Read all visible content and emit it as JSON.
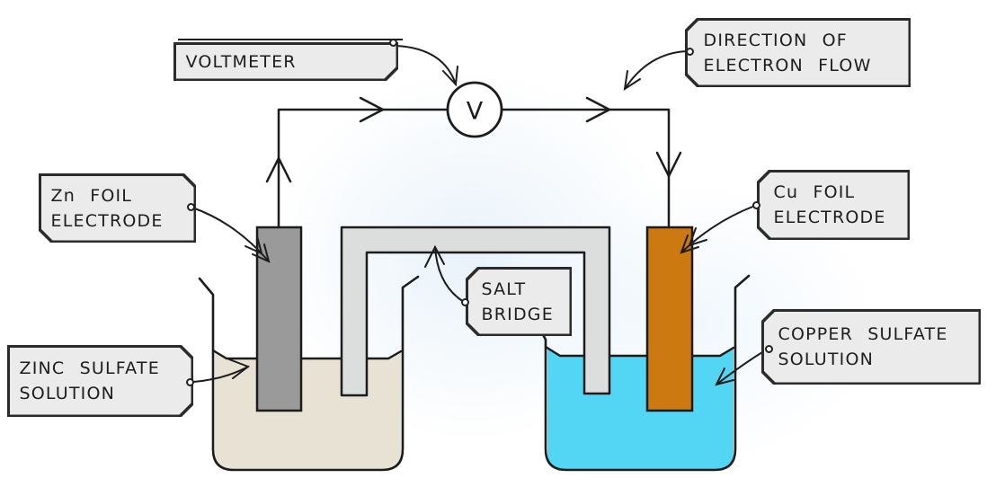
{
  "voltmeter": {
    "symbol": "V"
  },
  "labels": {
    "voltmeter": "VOLTMETER",
    "electron_flow": {
      "line1": "DIRECTION OF",
      "line2": "ELECTRON FLOW"
    },
    "zinc_electrode": {
      "line1": "Zn FOIL",
      "line2": "ELECTRODE"
    },
    "copper_electrode": {
      "line1": "Cu FOIL",
      "line2": "ELECTRODE"
    },
    "salt_bridge": {
      "line1": "SALT",
      "line2": "BRIDGE"
    },
    "zinc_solution": {
      "line1": "ZINC SULFATE",
      "line2": "SOLUTION"
    },
    "copper_solution": {
      "line1": "COPPER SULFATE",
      "line2": "SOLUTION"
    }
  },
  "colors": {
    "outline": "#1c1c1c",
    "label_fill": "#ebebeb",
    "zinc_electrode": "#9a9a9a",
    "copper_electrode": "#cc7911",
    "zinc_solution": "#e8e2d4",
    "copper_solution": "#53d5f4",
    "salt_bridge": "#dcdddd",
    "voltmeter_fill": "#ffffff"
  }
}
